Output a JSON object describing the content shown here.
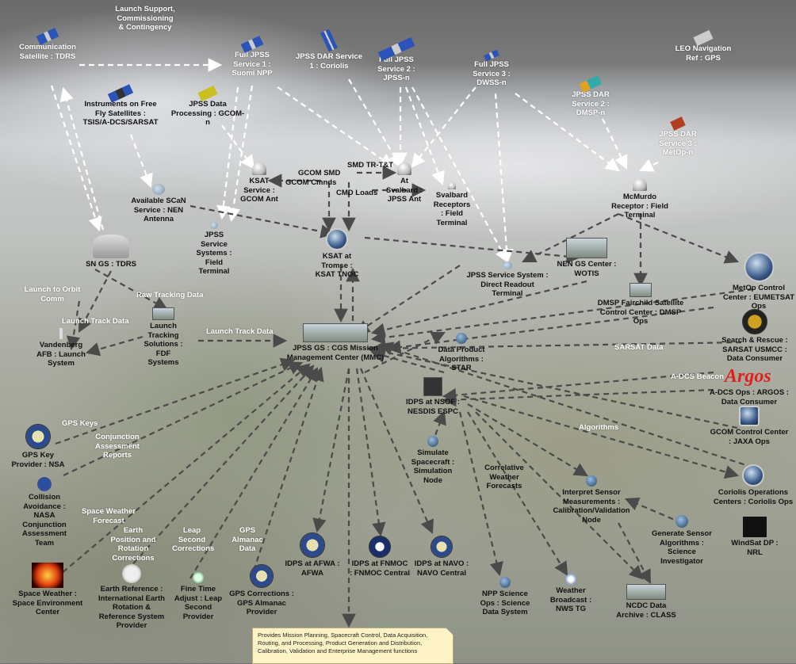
{
  "nodes": {
    "comm_sat": "Communication Satellite : TDRS",
    "full_jpss_1": "Full JPSS Service 1 : Suomi NPP",
    "dar_1": "JPSS DAR Service 1 : Coriolis",
    "full_jpss_2": "Full JPSS Service 2 : JPSS-n",
    "full_jpss_3": "Full JPSS Service 3 : DWSS-n",
    "leo_nav": "LEO Navigation Ref : GPS",
    "dar_2": "JPSS DAR Service 2 : DMSP-n",
    "dar_3": "JPSS DAR Service 3 : MetOp-n",
    "instruments": "Instruments on Free Fly Satellites : TSIS/A-DCS/SARSAT",
    "jpss_data_proc": "JPSS Data Processing : GCOM-n",
    "ksat_service": "KSAT Service : GCOM Ant",
    "svalbard_ant": "At Svalbard : JPSS Ant",
    "svalbard_rec": "Svalbard Receptors : Field Terminal",
    "scan": "Available SCaN Service : NEN Antenna",
    "mcmurdo": "McMurdo Receptor : Field Terminal",
    "sn_gs": "SN GS : TDRS",
    "jpss_service_systems": "JPSS Service Systems : Field Terminal",
    "ksat_tromso": "KSAT at Tromse : KSAT TNOC",
    "nen_gs": "NEN GS Center : WOTIS",
    "jpss_drt": "JPSS Service System : Direct Readout Terminal",
    "metop": "MetOp Control Center : EUMETSAT Ops",
    "dmsp": "DMSP Fairchild Satellite Control Center : DMSP Ops",
    "launch_tracking": "Launch Tracking Solutions : FDF Systems",
    "vandenberg": "Vandenberg AFB : Launch System",
    "jpss_gs": "JPSS GS : CGS Mission Management Center (MMC)",
    "dpa": "Data Product Algorithms : STAR",
    "sar": "Search & Rescue : SARSAT USMCC : Data Consumer",
    "adcs_ops": "A-DCS Ops : ARGOS : Data Consumer",
    "idps_nsof": "IDPS at NSOF : NESDIS ESPC",
    "gps_key": "GPS Key Provider : NSA",
    "simulate": "Simulate Spacecraft : Simulation Node",
    "gcom_ctrl": "GCOM Control Center : JAXA Ops",
    "coriolis_ops": "Coriolis Operations Centers : Coriolis Ops",
    "collision": "Collision Avoidance : NASA Conjunction Assessment Team",
    "interpret": "Interpret Sensor Measurements : Calibration/Validation Node",
    "windsat": "WindSat DP : NRL",
    "generate": "Generate Sensor Algorithms : Science Investigator",
    "idps_afwa": "IDPS at AFWA : AFWA",
    "idps_fnmoc": "IDPS at FNMOC : FNMOC Central",
    "idps_navo": "IDPS at NAVO : NAVO Central",
    "space_weather": "Space Weather : Space Environment Center",
    "earth_ref": "Earth Reference : International Earth Rotation & Reference System Provider",
    "fine_time": "Fine Time Adjust : Leap Second Provider",
    "gps_corr": "GPS Corrections : GPS Almanac Provider",
    "npp_sci": "NPP Science Ops : Science Data System",
    "weather": "Weather Broadcast : NWS TG",
    "ncdc": "NCDC Data Archive : CLASS"
  },
  "edge_labels": {
    "launch_support": "Launch Support, Commissioning & Contingency",
    "smd_trtt": "SMD TR-T&T",
    "gcom_smd": "GCOM SMD",
    "gcom_cmnds": "GCOM Cmnds",
    "cmd_loads": "CMD Loads",
    "launch_orbit": "Launch to Orbit Comm",
    "raw_tracking": "Raw Tracking Data",
    "launch_track_1": "Launch Track Data",
    "launch_track_2": "Launch Track Data",
    "sarsat_data": "SARSAT Data",
    "adcs_beacon": "A-DCS Beacon",
    "gps_keys": "GPS Keys",
    "conjunction": "Conjunction Assessment Reports",
    "algorithms": "Algorithms",
    "correlative": "Correlative Weather Forecasts",
    "sw_forecast": "Space Weather Forecast",
    "earth_pos": "Earth Position and Rotation Corrections",
    "leap": "Leap Second Corrections",
    "gps_almanac": "GPS Almanac Data"
  },
  "logos": {
    "argos": "Argos"
  },
  "note": "Provides Mission Planning, Spacecraft Control, Data Acquisition, Routing, and Processing, Product Generation and Distribution, Calibration, Validation and Enterprise Management functions",
  "colors": {
    "sky_edge": "#ffffff",
    "ground_edge": "#4a4a4a",
    "note_bg": "#fdf3c6",
    "argos_red": "#e0201a"
  }
}
